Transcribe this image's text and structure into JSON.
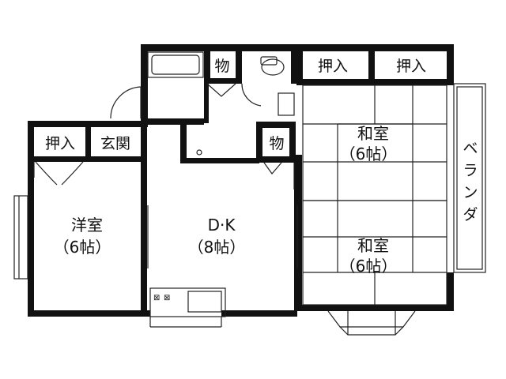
{
  "rooms": {
    "western_room": {
      "name": "洋室",
      "size": "（6帖）"
    },
    "dining_kitchen": {
      "name": "D·K",
      "size": "（8帖）"
    },
    "japanese_room_upper": {
      "name": "和室",
      "size": "（6帖）"
    },
    "japanese_room_lower": {
      "name": "和室",
      "size": "（6帖）"
    }
  },
  "storage": {
    "closet_top_left": "押入",
    "closet_top_right": "押入",
    "closet_west": "押入",
    "storage_top": "物",
    "storage_mid": "物"
  },
  "entrance": "玄関",
  "balcony": [
    "ベ",
    "ラ",
    "ン",
    "ダ"
  ],
  "stove_marks": [
    "⊠",
    "⊠"
  ]
}
